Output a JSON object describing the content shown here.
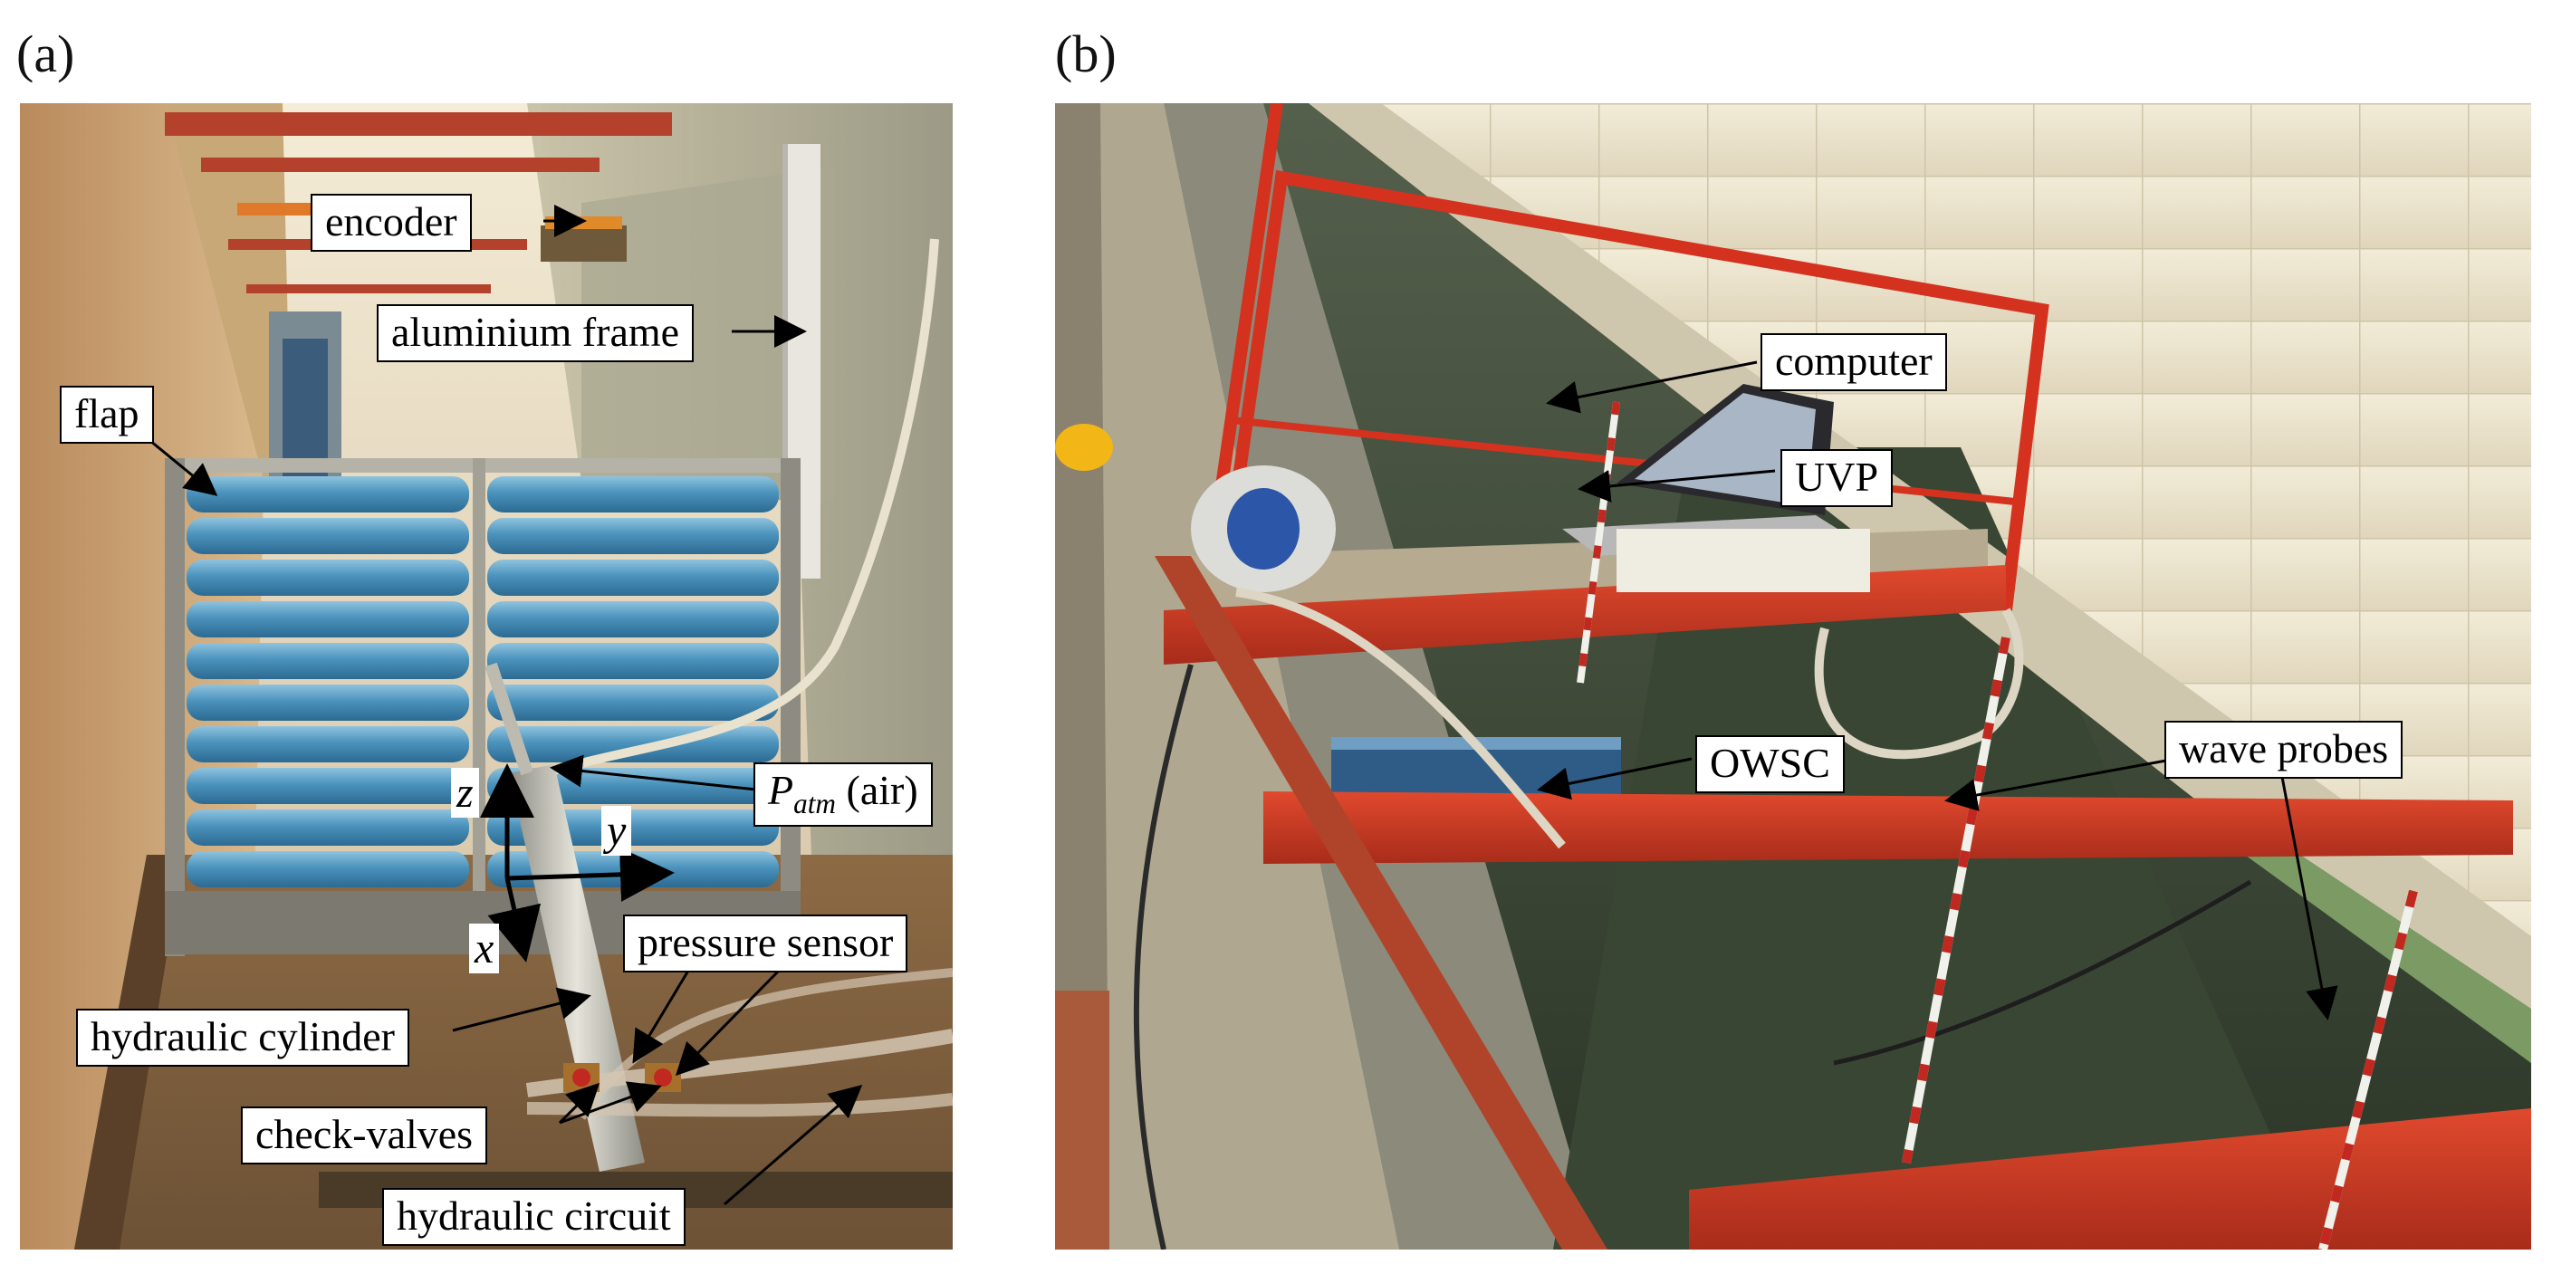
{
  "panels": [
    {
      "letter": "(a)"
    },
    {
      "letter": "(b)"
    }
  ],
  "labels_a": {
    "encoder": "encoder",
    "aluminium_frame": "aluminium frame",
    "flap": "flap",
    "patm_main": "P",
    "patm_sub": "atm",
    "patm_rest": " (air)",
    "pressure_sensor": "pressure sensor",
    "hydraulic_cylinder": "hydraulic cylinder",
    "check_valves": "check-valves",
    "hydraulic_circuit": "hydraulic circuit",
    "axis_z": "z",
    "axis_y": "y",
    "axis_x": "x"
  },
  "labels_b": {
    "computer": "computer",
    "uvp": "UVP",
    "owsc": "OWSC",
    "wave_probes": "wave probes"
  },
  "colors": {
    "flap_blue": "#4a90b8",
    "frame_red": "#d03020",
    "wall_cream": "#d8c7a3",
    "tank_water": "#3b4a36"
  }
}
